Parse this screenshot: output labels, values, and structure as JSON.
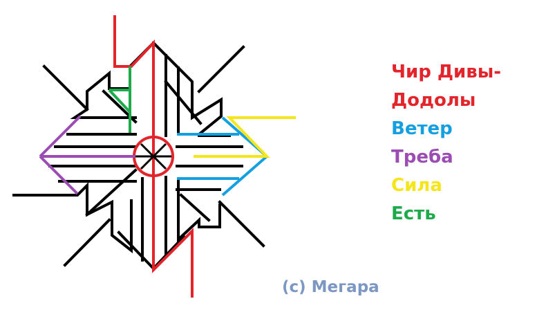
{
  "legend": {
    "line1": "Чир Дивы-",
    "line2": "Додолы",
    "line3": "Ветер",
    "line4": "Треба",
    "line5": "Сила",
    "line6": "Есть"
  },
  "credit": "(c) Мегара",
  "colors": {
    "background": "#ffffff",
    "chir_divy_dodoly": "#e3242b",
    "veter": "#14a0e0",
    "treba": "#9b4db3",
    "sila": "#f5e61c",
    "est": "#1daa4a",
    "structure": "#000000",
    "credit": "#7b97c2"
  }
}
